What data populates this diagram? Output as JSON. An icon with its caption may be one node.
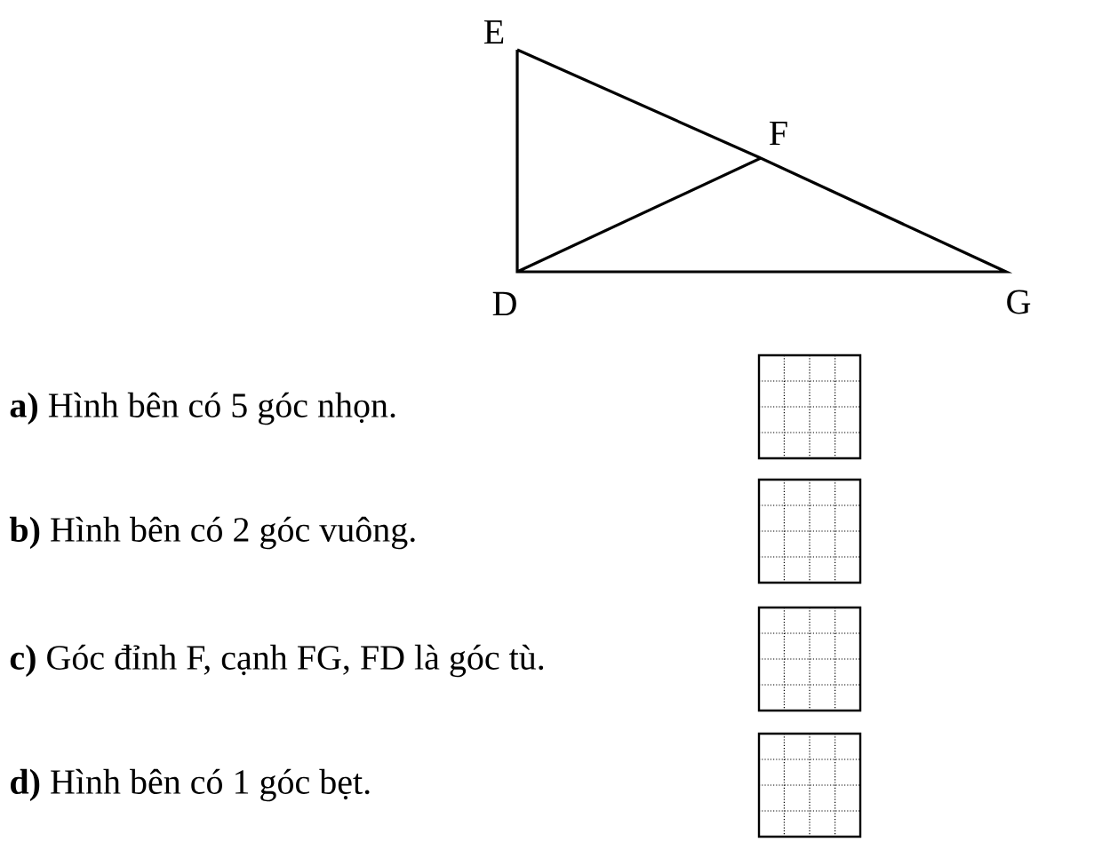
{
  "diagram": {
    "labels": [
      "E",
      "F",
      "D",
      "G",
      "**a)** Hình bên có 5 góc nhọn.",
      "**b)** Hình bên có 2 góc vuông.",
      "**c)** Góc đỉnh F, cạnh FG, FD là góc tù.",
      "**d)** Hình bên có 1 góc bẹt."
    ]
  }
}
